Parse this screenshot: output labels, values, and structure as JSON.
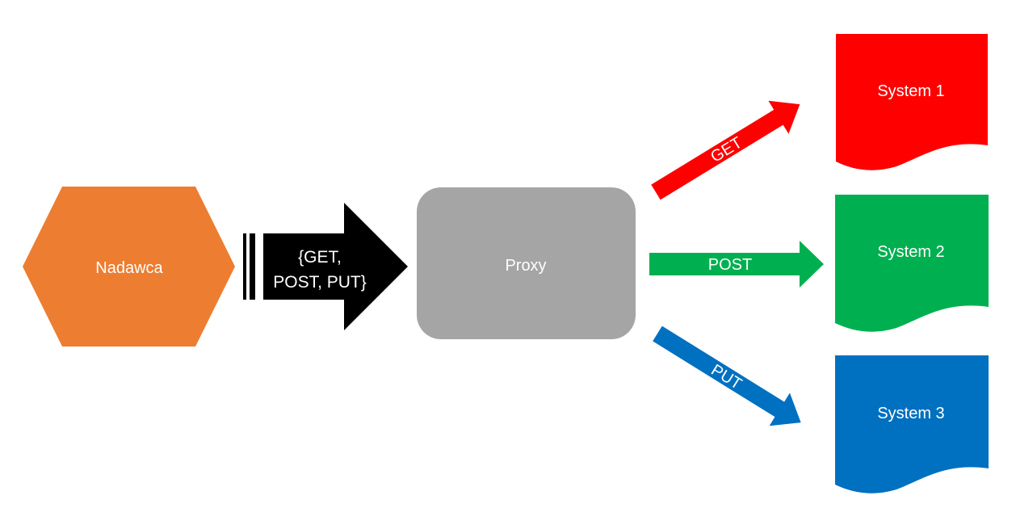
{
  "nodes": {
    "sender": {
      "label": "Nadawca",
      "color": "#ED7D31"
    },
    "proxy": {
      "label": "Proxy",
      "color": "#A5A5A5"
    },
    "system1": {
      "label": "System 1",
      "color": "#FF0000"
    },
    "system2": {
      "label": "System 2",
      "color": "#00B050"
    },
    "system3": {
      "label": "System 3",
      "color": "#0070C0"
    }
  },
  "request_arrow": {
    "line1": "{GET,",
    "line2": "POST, PUT}",
    "color": "#000000"
  },
  "routes": {
    "get": {
      "label": "GET",
      "color": "#FF0000"
    },
    "post": {
      "label": "POST",
      "color": "#00B050"
    },
    "put": {
      "label": "PUT",
      "color": "#0070C0"
    }
  }
}
